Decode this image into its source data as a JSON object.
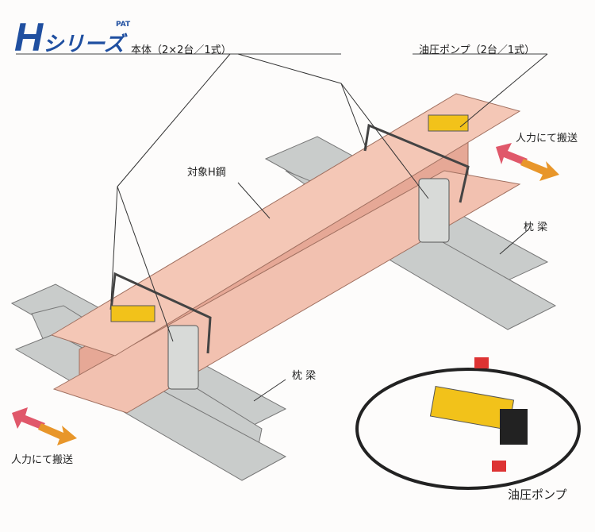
{
  "logo": {
    "mark": "H",
    "series": "シリーズ",
    "pat": "PAT"
  },
  "labels": {
    "body": "本体（2×2台／1式）",
    "pump_set": "油圧ポンプ（2台／1式）",
    "carry_top": "人力にて搬送",
    "carry_bottom": "人力にて搬送",
    "target_beam": "対象H鋼",
    "sleeper_top": "枕 梁",
    "sleeper_bottom": "枕 梁",
    "pump": "油圧ポンプ"
  },
  "colors": {
    "beam": "#f2c1b0",
    "sleeper": "#c9cccb",
    "pump": "#f2c21a",
    "arrow_red": "#e0586a",
    "arrow_orange": "#e8962a",
    "logo": "#1f4fa0"
  }
}
